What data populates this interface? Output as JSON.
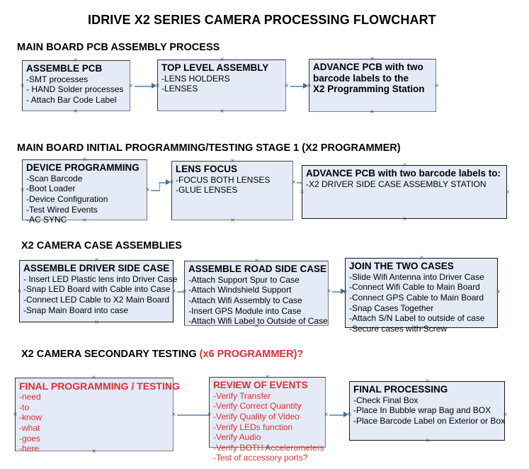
{
  "document": {
    "title": "IDRIVE X2  SERIES CAMERA PROCESSING FLOWCHART"
  },
  "accent_colors": {
    "box_fill": "#e4ebf7",
    "box_border": "#3a3a3a",
    "connector": "#7da0c4",
    "arrow": "#3b6ea5",
    "red_text": "#e03030",
    "black_text": "#000000"
  },
  "sections": [
    {
      "id": "main-board-pcb-assembly",
      "heading": "MAIN BOARD PCB ASSEMBLY PROCESS",
      "heading_suffix": "",
      "nodes": [
        {
          "id": "assemble-pcb",
          "title": "ASSEMBLE PCB",
          "lines": [
            "-SMT processes",
            "- HAND Solder processes",
            "- Attach Bar Code Label"
          ]
        },
        {
          "id": "top-level-assembly",
          "title": "TOP LEVEL ASSEMBLY",
          "lines": [
            "-LENS HOLDERS",
            "-LENSES"
          ]
        },
        {
          "id": "advance-pcb-programming-station",
          "title": "ADVANCE PCB with two",
          "lines": [
            "barcode labels to the",
            " X2 Programming Station"
          ]
        }
      ]
    },
    {
      "id": "main-board-initial-programming",
      "heading": "MAIN BOARD INITIAL PROGRAMMING/TESTING STAGE 1 (X2 PROGRAMMER)",
      "heading_suffix": "",
      "nodes": [
        {
          "id": "device-programming",
          "title": "DEVICE PROGRAMMING",
          "lines": [
            "-Scan Barcode",
            "-Boot Loader",
            "-Device Configuration",
            "-Test Wired Events",
            "-AC SYNC"
          ]
        },
        {
          "id": "lens-focus",
          "title": "LENS FOCUS",
          "lines": [
            "-FOCUS BOTH LENSES",
            "-GLUE LENSES"
          ]
        },
        {
          "id": "advance-pcb-driver-side-case",
          "title": "ADVANCE PCB with two barcode labels to:",
          "lines": [
            "-X2 DRIVER  SIDE  CASE  ASSEMBLY STATION"
          ]
        }
      ]
    },
    {
      "id": "x2-camera-case-assemblies",
      "heading": "X2 CAMERA CASE ASSEMBLIES",
      "heading_suffix": "",
      "nodes": [
        {
          "id": "assemble-driver-side-case",
          "title": "ASSEMBLE DRIVER SIDE CASE",
          "lines": [
            "- Insert LED Plastic lens into Driver Case",
            "-Snap LED Board with Cable into Case",
            "-Connect LED Cable to X2 Main Board",
            "-Snap Main Board into case"
          ]
        },
        {
          "id": "assemble-road-side-case",
          "title": "ASSEMBLE ROAD SIDE CASE",
          "lines": [
            "-Attach Support Spur to Case",
            "-Attach Windshield Support",
            "-Attach Wifi Assembly to Case",
            "-Insert GPS Module into Case",
            "-Attach Wifi Label to Outside of Case"
          ]
        },
        {
          "id": "join-the-two-cases",
          "title": "JOIN THE TWO CASES",
          "lines": [
            "-Slide Wifi Antenna into Driver Case",
            "-Connect Wifi Cable to Main Board",
            "-Connect GPS Cable to Main Board",
            "-Snap Cases Together",
            "-Attach S/N Label to outside of case",
            "-Secure cases with Screw"
          ]
        }
      ]
    },
    {
      "id": "x2-camera-secondary-testing",
      "heading": "X2 CAMERA SECONDARY TESTING ",
      "heading_suffix": "(x6 PROGRAMMER)?",
      "nodes": [
        {
          "id": "final-programming-testing",
          "title": "FINAL PROGRAMMING / TESTING",
          "lines": [
            "-need",
            "-to",
            "-know",
            "-what",
            "-goes",
            "-here"
          ]
        },
        {
          "id": "review-of-events",
          "title": "REVIEW OF EVENTS",
          "lines": [
            "-Verify Transfer",
            "-Verify Correct Quantity",
            "-Verify Quality of Video",
            "-Verify LEDs function",
            "-Verify Audio",
            "-Verify BOTH Accelerometers",
            "-Test of accessory ports?"
          ]
        },
        {
          "id": "final-processing",
          "title": "FINAL PROCESSING",
          "lines": [
            " -Check Final Box",
            "-Place In Bubble wrap Bag and BOX",
            "-Place Barcode Label on Exterior or Box"
          ]
        }
      ]
    }
  ]
}
